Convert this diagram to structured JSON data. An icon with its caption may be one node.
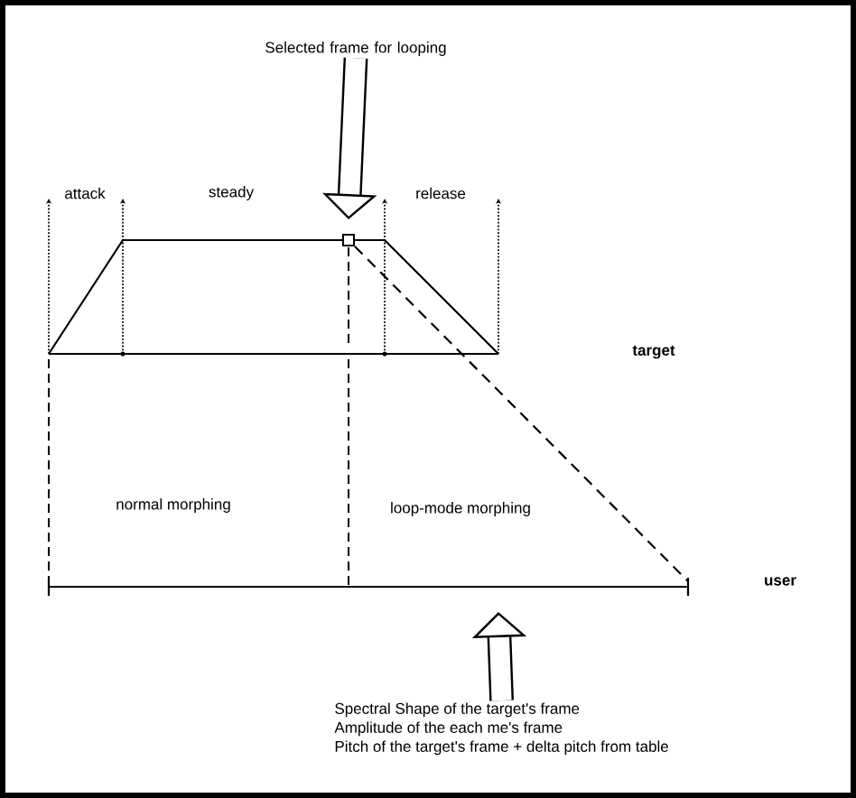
{
  "diagram": {
    "nodes": [
      {
        "text": [
          "Selected frame for looping"
        ]
      },
      {
        "text": [],
        "shape": "box"
      },
      {
        "text": [
          "Spectral Shape of the target's frame",
          "Amplitude of the each me's frame",
          "Pitch of the target's frame + delta pitch from table"
        ]
      }
    ],
    "edges": [
      {
        "from": 0,
        "to": 1,
        "arrow": "to"
      },
      {
        "from": 1,
        "to": null,
        "arrow": "none",
        "style": "dashed"
      },
      {
        "from": 2,
        "to": null,
        "arrow": "to"
      }
    ],
    "labels": [
      "attack",
      "steady",
      "release",
      "target",
      "normal morphing",
      "loop-mode morphing",
      "user"
    ]
  }
}
